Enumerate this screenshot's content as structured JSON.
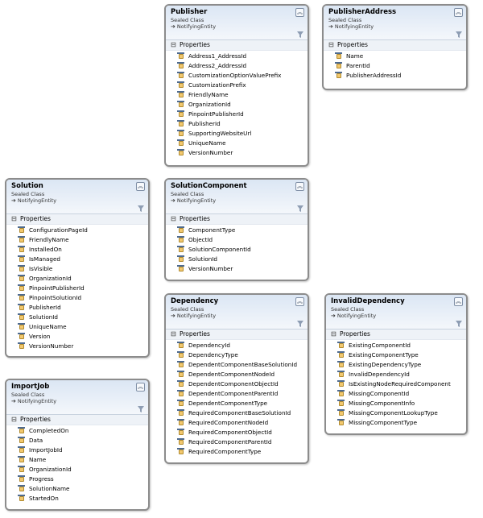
{
  "classes": {
    "publisher": {
      "name": "Publisher",
      "stereotype": "Sealed Class",
      "base": "NotifyingEntity",
      "section": "Properties",
      "properties": [
        "Address1_AddressId",
        "Address2_AddressId",
        "CustomizationOptionValuePrefix",
        "CustomizationPrefix",
        "FriendlyName",
        "OrganizationId",
        "PinpointPublisherId",
        "PublisherId",
        "SupportingWebsiteUrl",
        "UniqueName",
        "VersionNumber"
      ]
    },
    "publisher_address": {
      "name": "PublisherAddress",
      "stereotype": "Sealed Class",
      "base": "NotifyingEntity",
      "section": "Properties",
      "properties": [
        "Name",
        "ParentId",
        "PublisherAddressId"
      ]
    },
    "solution": {
      "name": "Solution",
      "stereotype": "Sealed Class",
      "base": "NotifyingEntity",
      "section": "Properties",
      "properties": [
        "ConfigurationPageId",
        "FriendlyName",
        "InstalledOn",
        "IsManaged",
        "IsVisible",
        "OrganizationId",
        "PinpointPublisherId",
        "PinpointSolutionId",
        "PublisherId",
        "SolutionId",
        "UniqueName",
        "Version",
        "VersionNumber"
      ]
    },
    "solution_component": {
      "name": "SolutionComponent",
      "stereotype": "Sealed Class",
      "base": "NotifyingEntity",
      "section": "Properties",
      "properties": [
        "ComponentType",
        "ObjectId",
        "SolutionComponentId",
        "SolutionId",
        "VersionNumber"
      ]
    },
    "dependency": {
      "name": "Dependency",
      "stereotype": "Sealed Class",
      "base": "NotifyingEntity",
      "section": "Properties",
      "properties": [
        "DependencyId",
        "DependencyType",
        "DependentComponentBaseSolutionId",
        "DependentComponentNodeId",
        "DependentComponentObjectId",
        "DependentComponentParentId",
        "DependentComponentType",
        "RequiredComponentBaseSolutionId",
        "RequiredComponentNodeId",
        "RequiredComponentObjectId",
        "RequiredComponentParentId",
        "RequiredComponentType"
      ]
    },
    "invalid_dependency": {
      "name": "InvalidDependency",
      "stereotype": "Sealed Class",
      "base": "NotifyingEntity",
      "section": "Properties",
      "properties": [
        "ExistingComponentId",
        "ExistingComponentType",
        "ExistingDependencyType",
        "InvalidDependencyId",
        "IsExistingNodeRequiredComponent",
        "MissingComponentId",
        "MissingComponentInfo",
        "MissingComponentLookupType",
        "MissingComponentType"
      ]
    },
    "import_job": {
      "name": "ImportJob",
      "stereotype": "Sealed Class",
      "base": "NotifyingEntity",
      "section": "Properties",
      "properties": [
        "CompletedOn",
        "Data",
        "ImportJobId",
        "Name",
        "OrganizationId",
        "Progress",
        "SolutionName",
        "StartedOn"
      ]
    }
  }
}
